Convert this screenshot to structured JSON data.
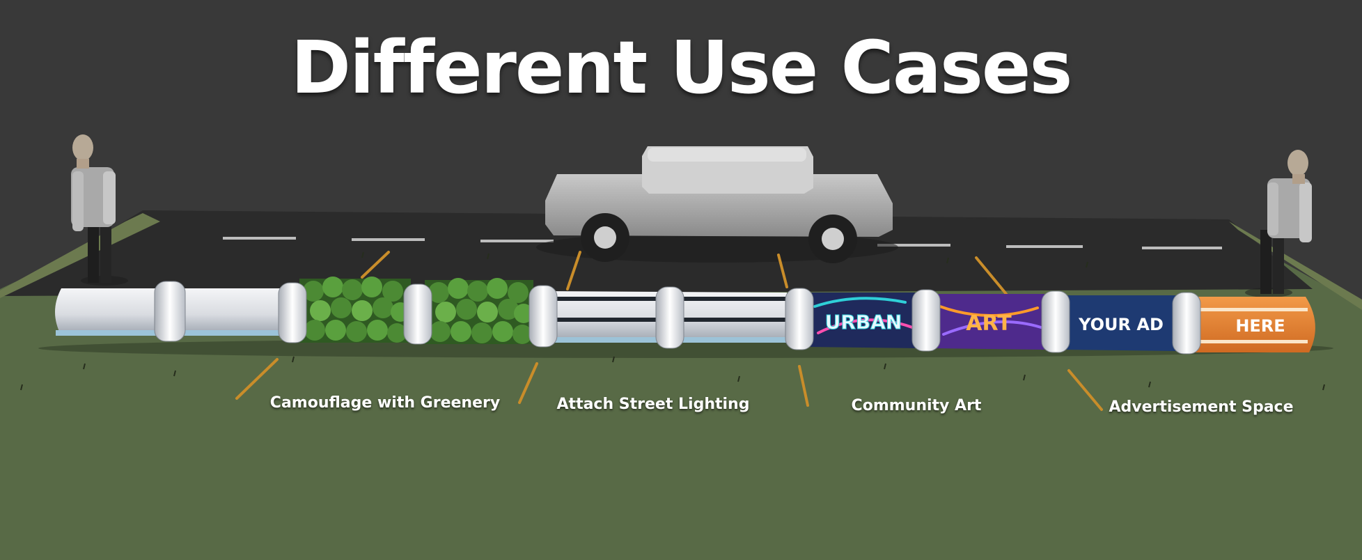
{
  "title": "Different Use Cases",
  "use_cases": [
    {
      "label": "Camouflage with Greenery"
    },
    {
      "label": "Attach Street Lighting"
    },
    {
      "label": "Community Art"
    },
    {
      "label": "Advertisement Space"
    }
  ],
  "panels": {
    "urban": "URBAN",
    "art": "ART",
    "your_ad": "YOUR AD",
    "here": "HERE"
  },
  "colors": {
    "background": "#393939",
    "grass": "#586a46",
    "road": "#2b2b2b",
    "barrier": "#e6e8ec",
    "pointer": "#c98d2a",
    "urban_panel": "#1f2a5c",
    "art_panel": "#4e2a8c",
    "ad_panel": "#1e3a72",
    "here_panel": "#e27a2e"
  }
}
